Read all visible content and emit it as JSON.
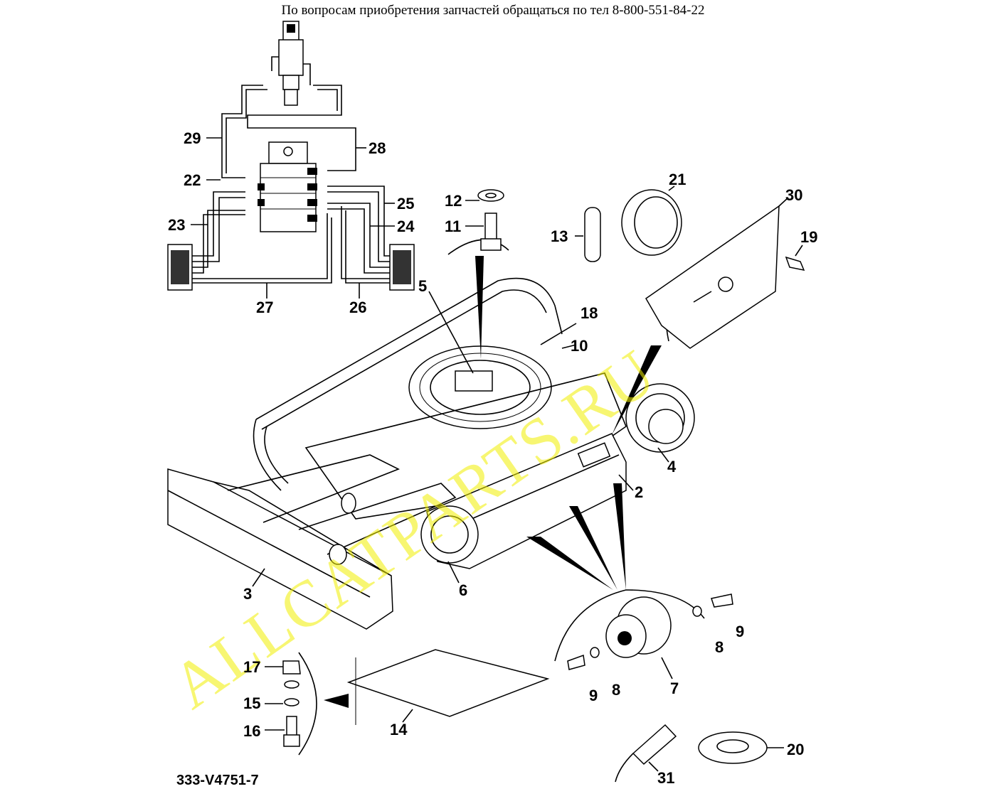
{
  "header": {
    "text": "По вопросам приобретения запчастей обращаться по тел 8-800-551-84-22"
  },
  "watermark": {
    "text": "ALLCATPARTS.RU",
    "color": "#f2f000"
  },
  "drawing_code": "333-V4751-7",
  "callouts": [
    {
      "id": "c29",
      "text": "29"
    },
    {
      "id": "c28",
      "text": "28"
    },
    {
      "id": "c22",
      "text": "22"
    },
    {
      "id": "c25",
      "text": "25"
    },
    {
      "id": "c23",
      "text": "23"
    },
    {
      "id": "c24",
      "text": "24"
    },
    {
      "id": "c27",
      "text": "27"
    },
    {
      "id": "c26",
      "text": "26"
    },
    {
      "id": "c12",
      "text": "12"
    },
    {
      "id": "c11",
      "text": "11"
    },
    {
      "id": "c21",
      "text": "21"
    },
    {
      "id": "c30",
      "text": "30"
    },
    {
      "id": "c13",
      "text": "13"
    },
    {
      "id": "c19",
      "text": "19"
    },
    {
      "id": "c5",
      "text": "5"
    },
    {
      "id": "c18",
      "text": "18"
    },
    {
      "id": "c10",
      "text": "10"
    },
    {
      "id": "c4",
      "text": "4"
    },
    {
      "id": "c2",
      "text": "2"
    },
    {
      "id": "c6",
      "text": "6"
    },
    {
      "id": "c3",
      "text": "3"
    },
    {
      "id": "c9a",
      "text": "9"
    },
    {
      "id": "c8a",
      "text": "8"
    },
    {
      "id": "c7",
      "text": "7"
    },
    {
      "id": "c8b",
      "text": "8"
    },
    {
      "id": "c9b",
      "text": "9"
    },
    {
      "id": "c17",
      "text": "17"
    },
    {
      "id": "c15",
      "text": "15"
    },
    {
      "id": "c16",
      "text": "16"
    },
    {
      "id": "c14",
      "text": "14"
    },
    {
      "id": "c20",
      "text": "20"
    },
    {
      "id": "c31",
      "text": "31"
    }
  ]
}
